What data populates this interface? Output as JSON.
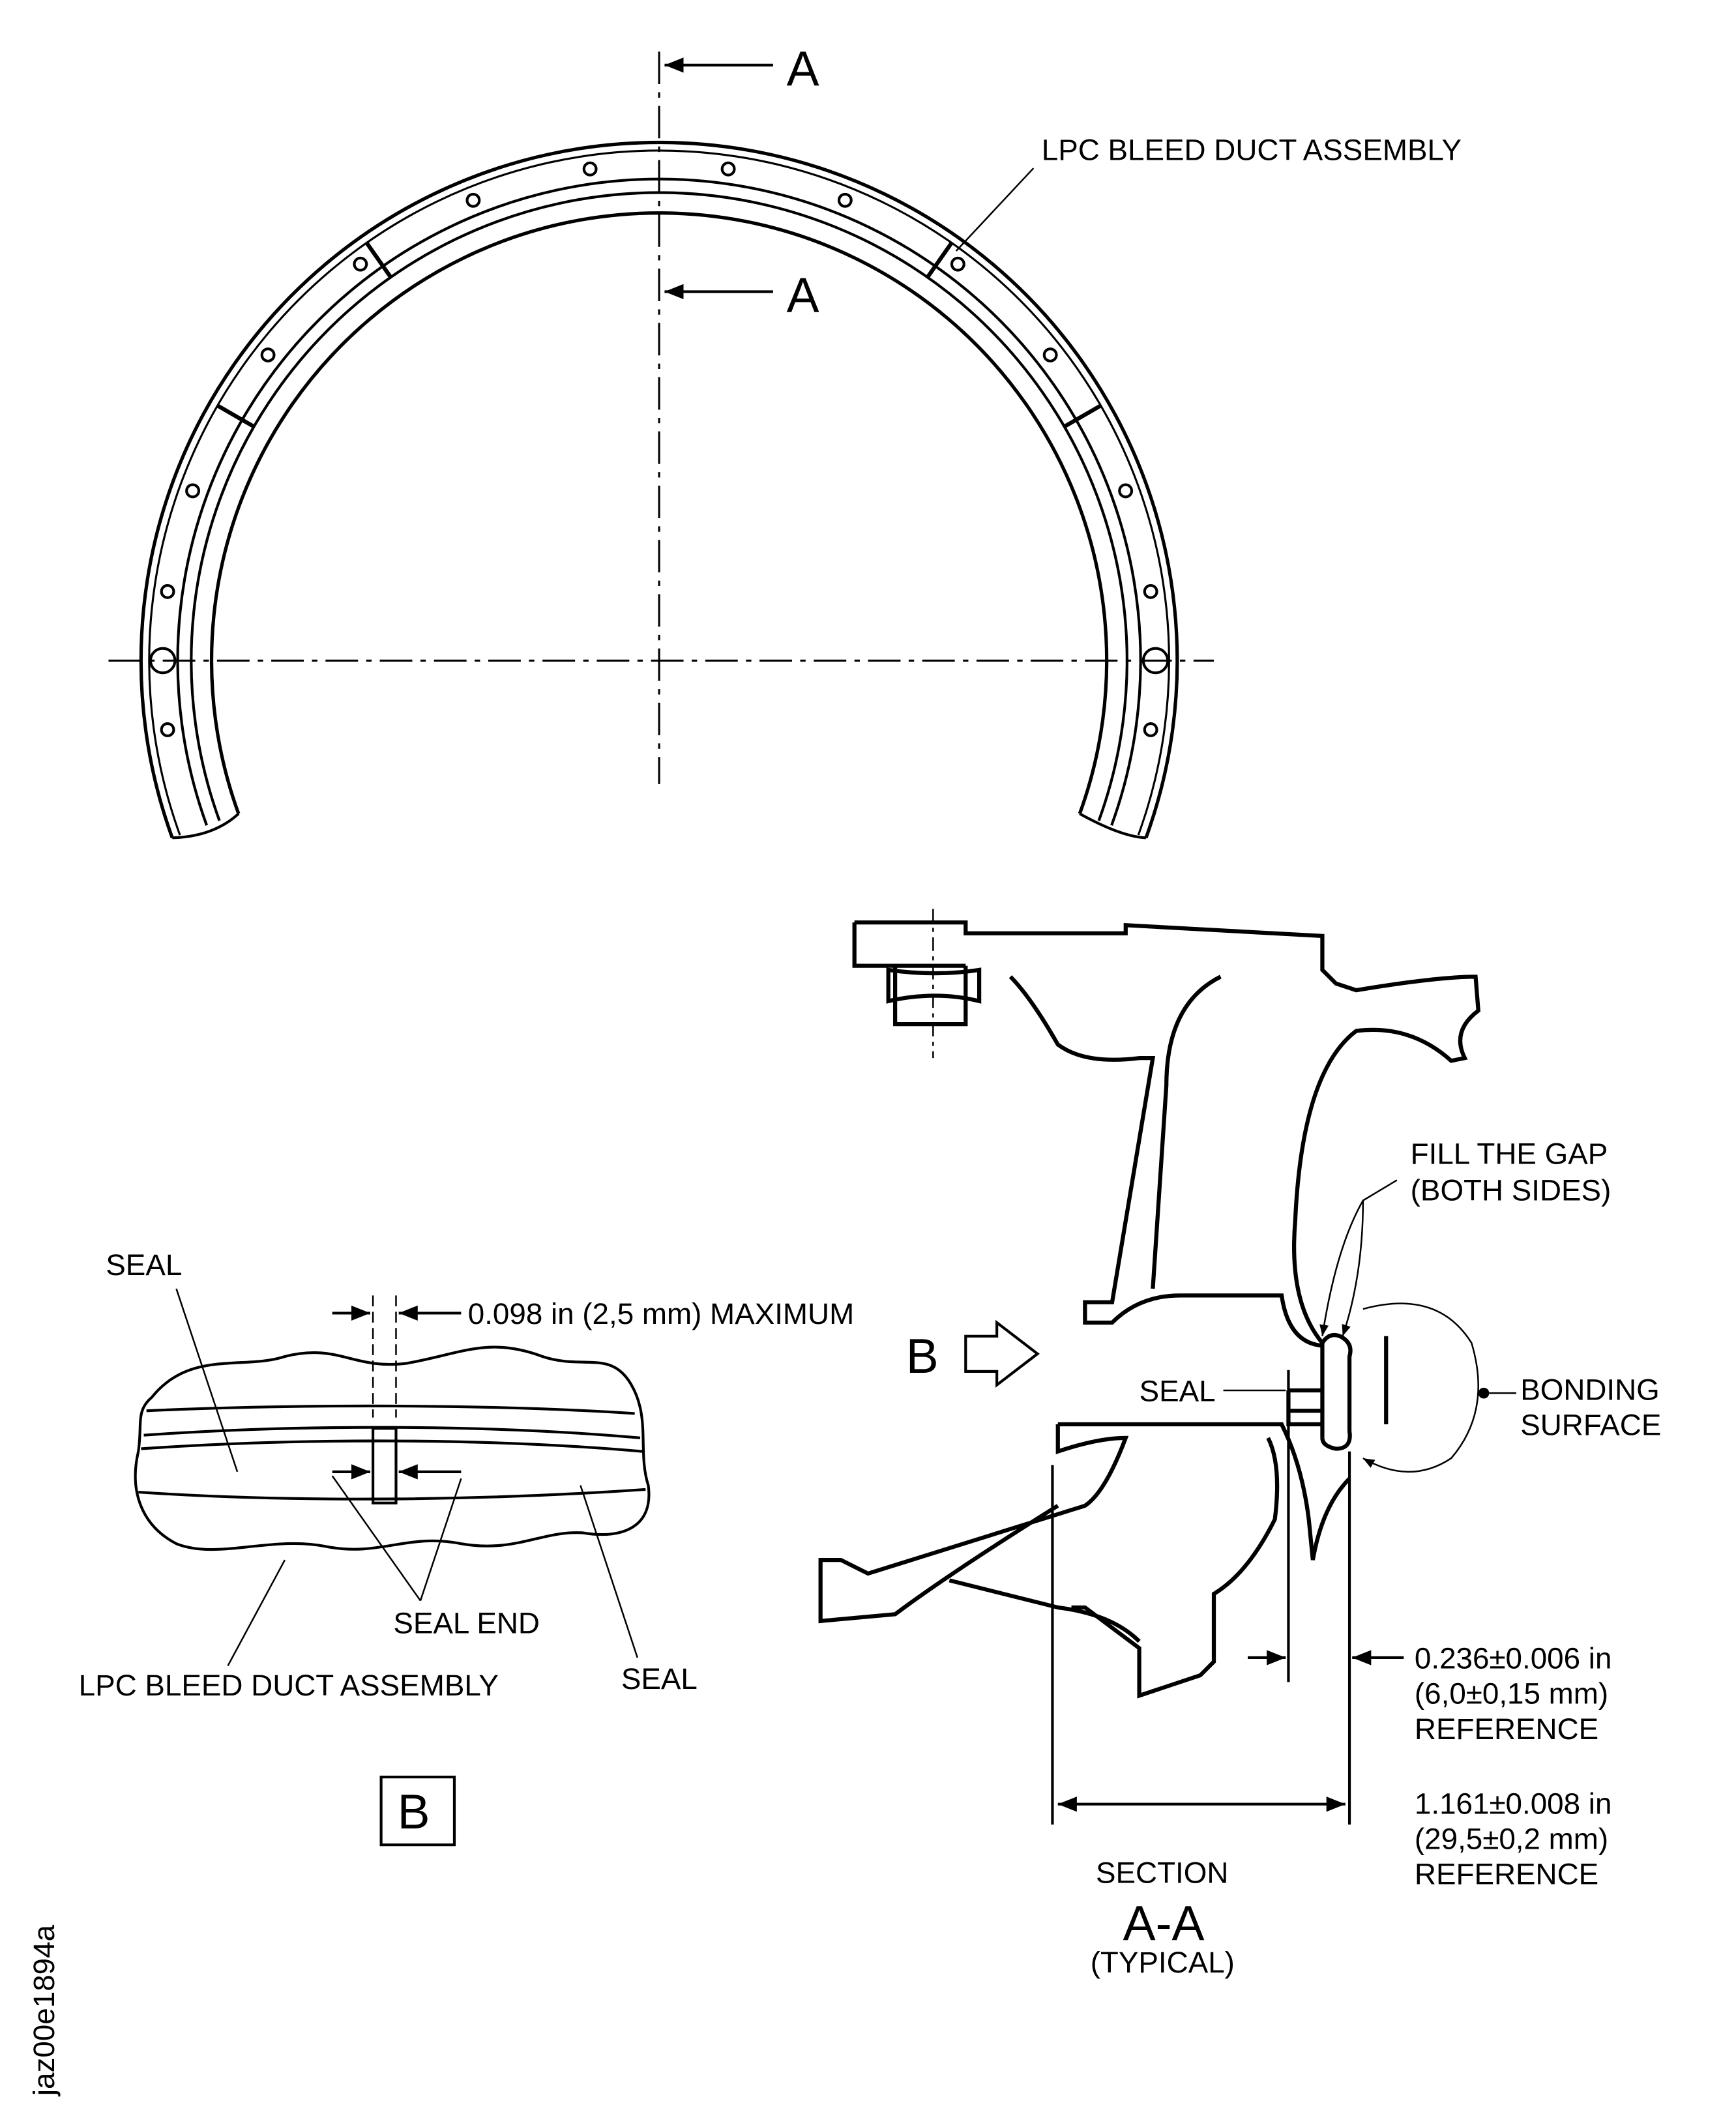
{
  "top_view": {
    "section_marker": "A",
    "assembly_label": "LPC BLEED DUCT ASSEMBLY"
  },
  "detail_b": {
    "seal_top_label": "SEAL",
    "gap_dimension": "0.098 in (2,5 mm) MAXIMUM",
    "seal_end_label": "SEAL END",
    "assembly_label": "LPC BLEED DUCT ASSEMBLY",
    "seal_bottom_label": "SEAL",
    "detail_id": "B"
  },
  "section_aa": {
    "view_arrow_label": "B",
    "fill_gap_line1": "FILL THE GAP",
    "fill_gap_line2": "(BOTH SIDES)",
    "seal_label": "SEAL",
    "bonding_line1": "BONDING",
    "bonding_line2": "SURFACE",
    "dim1_line1": "0.236±0.006 in",
    "dim1_line2": "(6,0±0,15 mm)",
    "dim1_line3": "REFERENCE",
    "dim2_line1": "1.161±0.008 in",
    "dim2_line2": "(29,5±0,2 mm)",
    "dim2_line3": "REFERENCE",
    "title_line1": "SECTION",
    "title_line2": "A-A",
    "title_line3": "(TYPICAL)"
  },
  "figure_id": "jaz00e1894a"
}
